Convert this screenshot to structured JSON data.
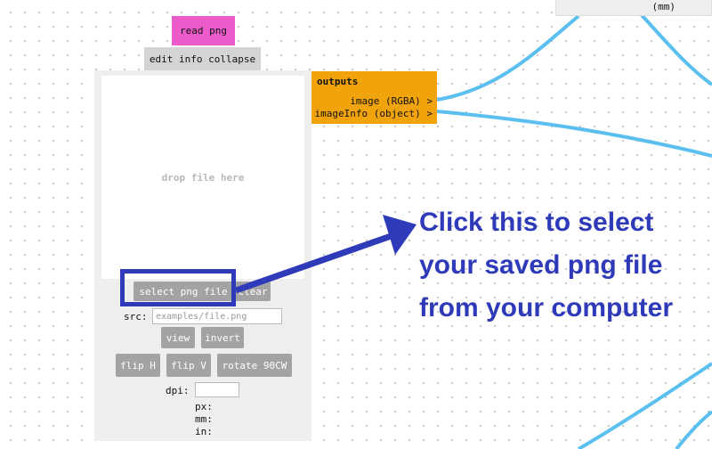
{
  "top_panel": {
    "unit_label": "(mm)"
  },
  "node": {
    "title": "read png",
    "menu": "edit info collapse",
    "drop_text": "drop file here",
    "select_button": "select png file",
    "clear_button": "clear",
    "src_label": "src:",
    "src_value": "",
    "src_placeholder": "examples/file.png",
    "view_button": "view",
    "invert_button": "invert",
    "flip_h_button": "flip H",
    "flip_v_button": "flip V",
    "rotate_button": "rotate 90CW",
    "dpi_label": "dpi:",
    "dpi_value": "",
    "px_label": "px:",
    "mm_label": "mm:",
    "in_label": "in:"
  },
  "outputs": {
    "title": "outputs",
    "items": [
      {
        "label": "image (RGBA) >"
      },
      {
        "label": "imageInfo (object) >"
      }
    ]
  },
  "annotation": {
    "lines": [
      "Click this to select",
      "your saved png file",
      "from your computer"
    ]
  },
  "colors": {
    "title_bar": "#eb5bc9",
    "outputs_panel": "#f0a30a",
    "wire": "#5bbff0",
    "annotation": "#2e3ab8",
    "button": "#a3a3a3"
  }
}
